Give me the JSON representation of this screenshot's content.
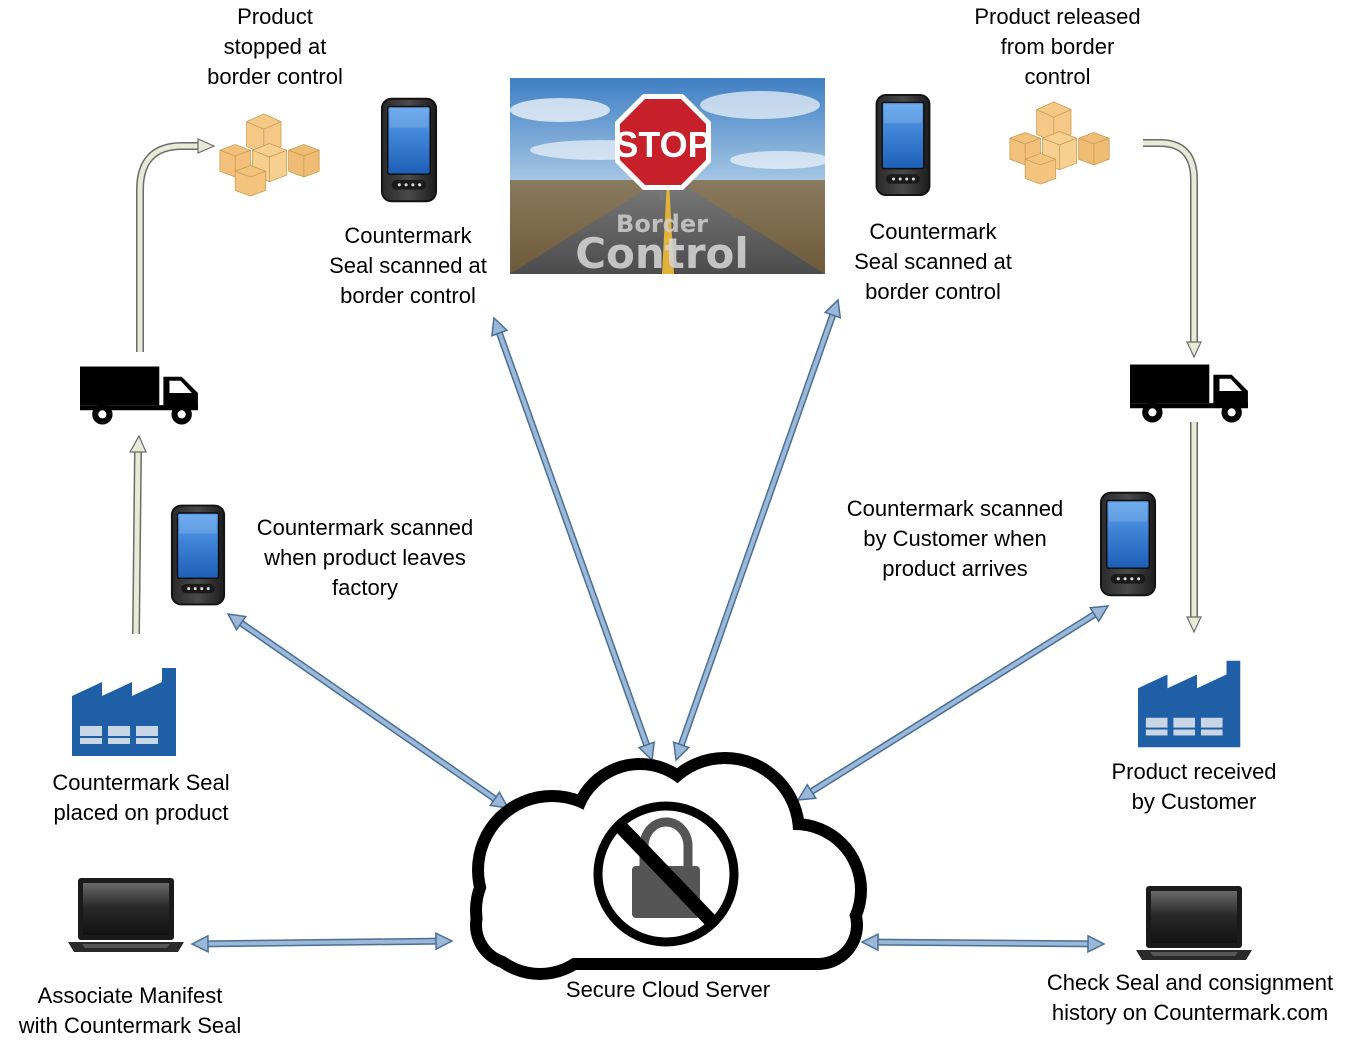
{
  "labels": {
    "stopped": [
      "Product",
      "stopped at",
      "border control"
    ],
    "scan_border_left": [
      "Countermark",
      "Seal scanned at",
      "border control"
    ],
    "released": [
      "Product released",
      "from border",
      "control"
    ],
    "scan_border_right": [
      "Countermark",
      "Seal scanned at",
      "border control"
    ],
    "factory_scan": [
      "Countermark scanned",
      "when product leaves",
      "factory"
    ],
    "customer_scan": [
      "Countermark scanned",
      "by Customer when",
      "product arrives"
    ],
    "seal_placed": [
      "Countermark Seal",
      "placed on product"
    ],
    "received": [
      "Product received",
      "by Customer"
    ],
    "manifest": [
      "Associate Manifest",
      "with Countermark Seal"
    ],
    "cloud": "Secure Cloud Server",
    "check": [
      "Check Seal and consignment",
      "history on Countermark.com"
    ]
  },
  "photo": {
    "sign_text": "STOP",
    "road_text": [
      "Border",
      "Control"
    ]
  },
  "colors": {
    "network_arrow": "#9bb8d8",
    "network_arrow_outline": "#4a6f96",
    "flow_arrow": "#e6ead6",
    "flow_arrow_outline": "#6b6b6b",
    "factory_blue": "#1f5fa6",
    "box_tan": "#f0c27a",
    "stop_red": "#c8202a"
  },
  "icons": {
    "phone": "smartphone-icon",
    "truck": "truck-icon",
    "boxes": "boxes-icon",
    "factory": "factory-icon",
    "laptop": "laptop-icon",
    "cloud": "cloud-icon",
    "lock": "crossed-lock-icon"
  }
}
